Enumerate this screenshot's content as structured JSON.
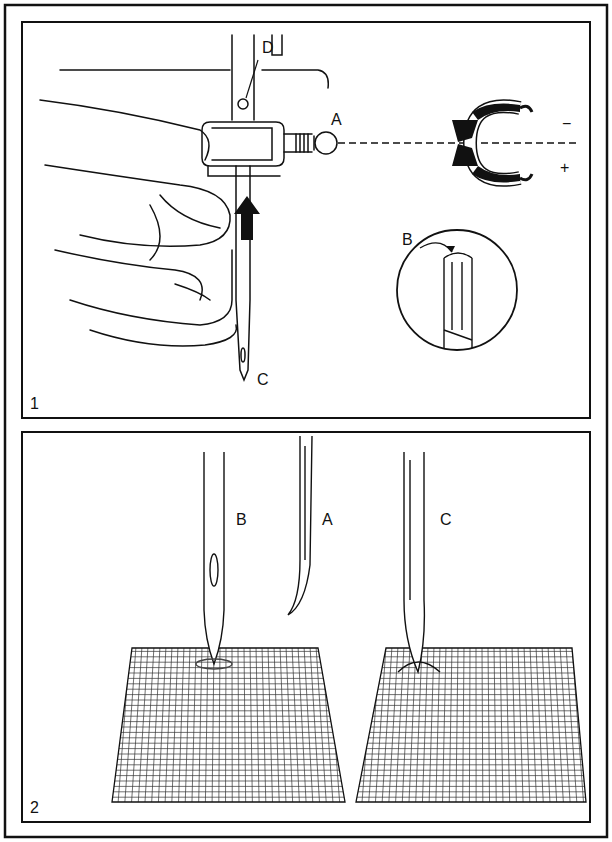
{
  "diagram": {
    "labels": [
      "D",
      "A",
      "−",
      "+",
      "B",
      "C",
      "1",
      "B",
      "A",
      "C",
      "2"
    ]
  }
}
